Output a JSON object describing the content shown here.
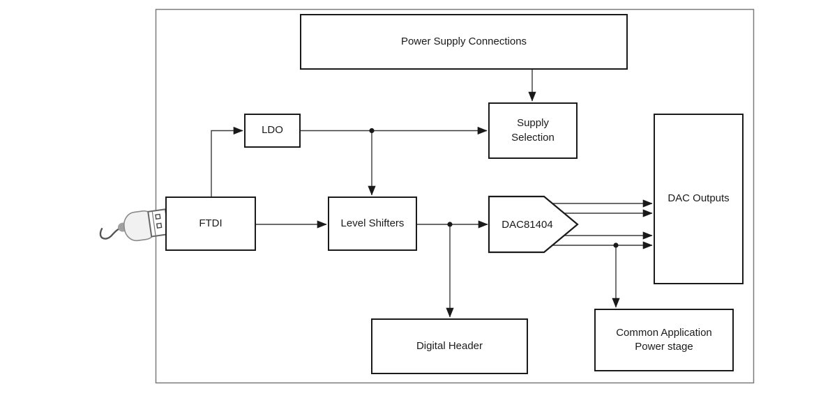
{
  "diagram": {
    "type": "block-diagram",
    "blocks": {
      "power_supply_connections": {
        "label": "Power Supply Connections"
      },
      "ldo": {
        "label": "LDO"
      },
      "supply_selection": {
        "label": "Supply\nSelection"
      },
      "ftdi": {
        "label": "FTDI"
      },
      "level_shifters": {
        "label": "Level Shifters"
      },
      "dac81404": {
        "label": "DAC81404"
      },
      "dac_outputs": {
        "label": "DAC Outputs"
      },
      "digital_header": {
        "label": "Digital Header"
      },
      "common_application_power_stage": {
        "label": "Common Application\nPower stage"
      }
    },
    "icons": {
      "usb_plug": "usb-plug-icon"
    },
    "connections": [
      {
        "from": "usb_plug",
        "to": "ftdi"
      },
      {
        "from": "power_supply_connections",
        "to": "supply_selection"
      },
      {
        "from": "ftdi",
        "to": "ldo"
      },
      {
        "from": "ldo",
        "to": "supply_selection"
      },
      {
        "from": "ldo",
        "to": "level_shifters"
      },
      {
        "from": "ftdi",
        "to": "level_shifters"
      },
      {
        "from": "level_shifters",
        "to": "dac81404"
      },
      {
        "from": "level_shifters",
        "to": "digital_header"
      },
      {
        "from": "dac81404",
        "to": "dac_outputs",
        "lines": 4
      },
      {
        "from": "dac81404",
        "to": "common_application_power_stage"
      }
    ],
    "colors": {
      "background": "#ffffff",
      "box_border": "#1a1a1a",
      "line": "#3a3a3a",
      "outer_border": "#7a7a7a",
      "text": "#1a1a1a"
    }
  }
}
